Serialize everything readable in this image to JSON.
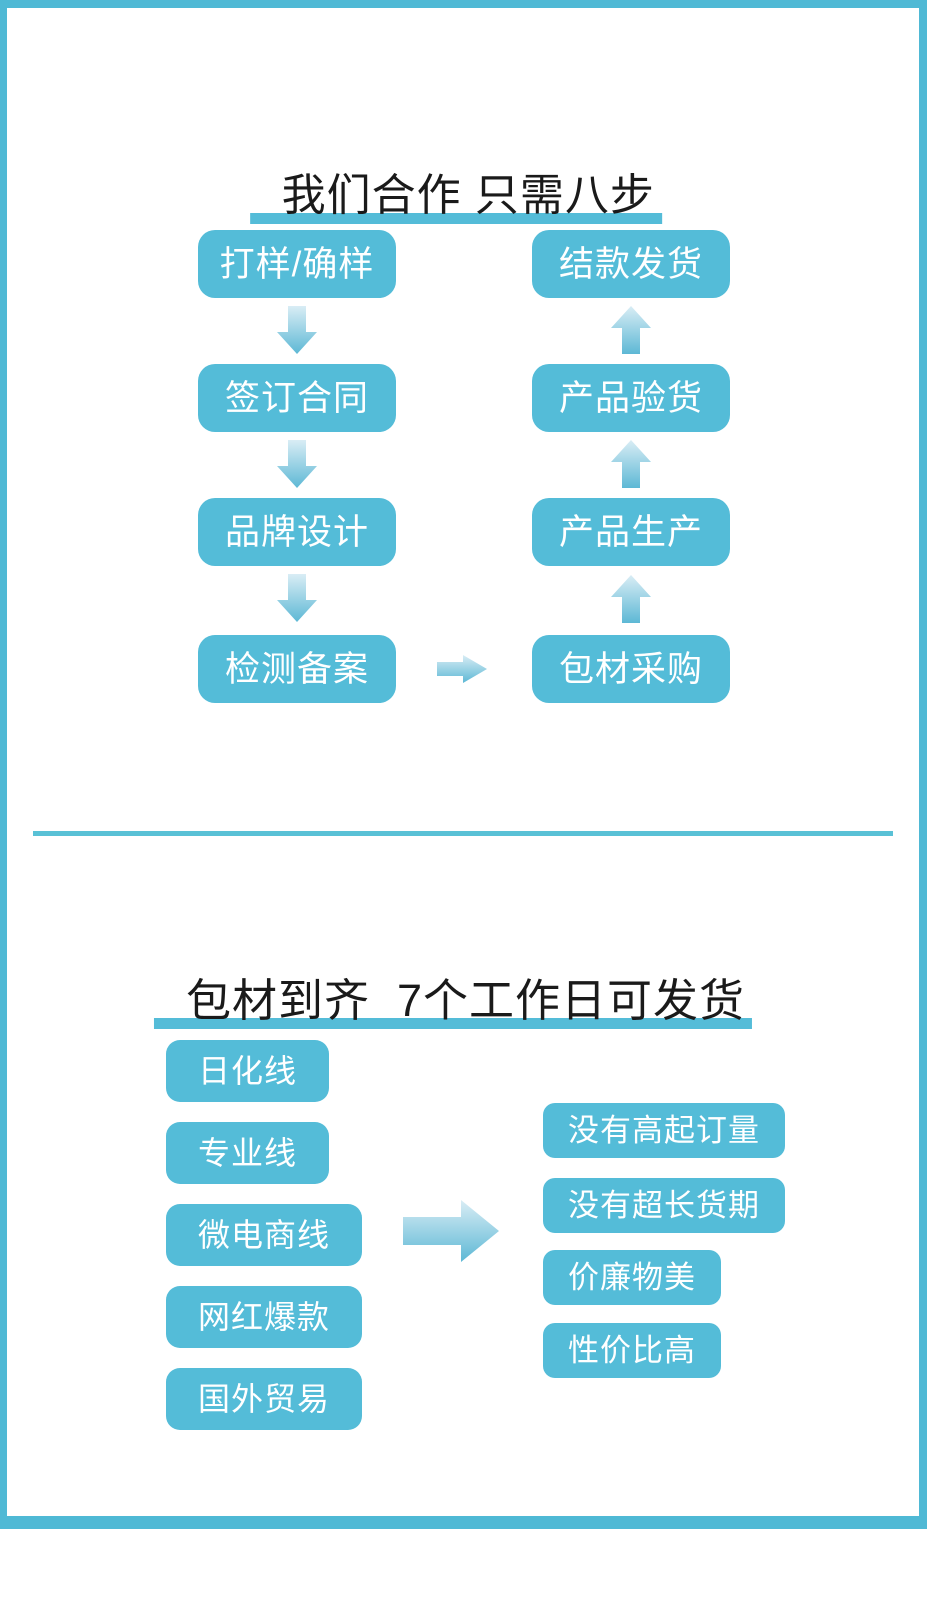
{
  "colors": {
    "accent_teal": "#54bcd8",
    "frame_teal": "#4fb9d5",
    "divider_teal": "#59c1d6",
    "arrow_gradient_top": "#d9edf5",
    "arrow_gradient_bottom": "#5db8d5",
    "title_text": "#1a1a1a",
    "box_text": "#ffffff"
  },
  "icons": {
    "down_arrow": "down-arrow",
    "up_arrow": "up-arrow",
    "right_arrow": "right-arrow",
    "big_right_arrow": "big-right-arrow"
  },
  "section1": {
    "title": "我们合作 只需八步",
    "steps_left": [
      "打样/确样",
      "签订合同",
      "品牌设计",
      "检测备案"
    ],
    "steps_right_display": [
      "结款发货",
      "产品验货",
      "产品生产",
      "包材采购"
    ],
    "process_order": [
      "打样/确样",
      "签订合同",
      "品牌设计",
      "检测备案",
      "包材采购",
      "产品生产",
      "产品验货",
      "结款发货"
    ]
  },
  "section2": {
    "title": "包材到齐  7个工作日可发货",
    "product_lines": [
      "日化线",
      "专业线",
      "微电商线",
      "网红爆款",
      "国外贸易"
    ],
    "benefits": [
      "没有高起订量",
      "没有超长货期",
      "价廉物美",
      "性价比高"
    ]
  }
}
